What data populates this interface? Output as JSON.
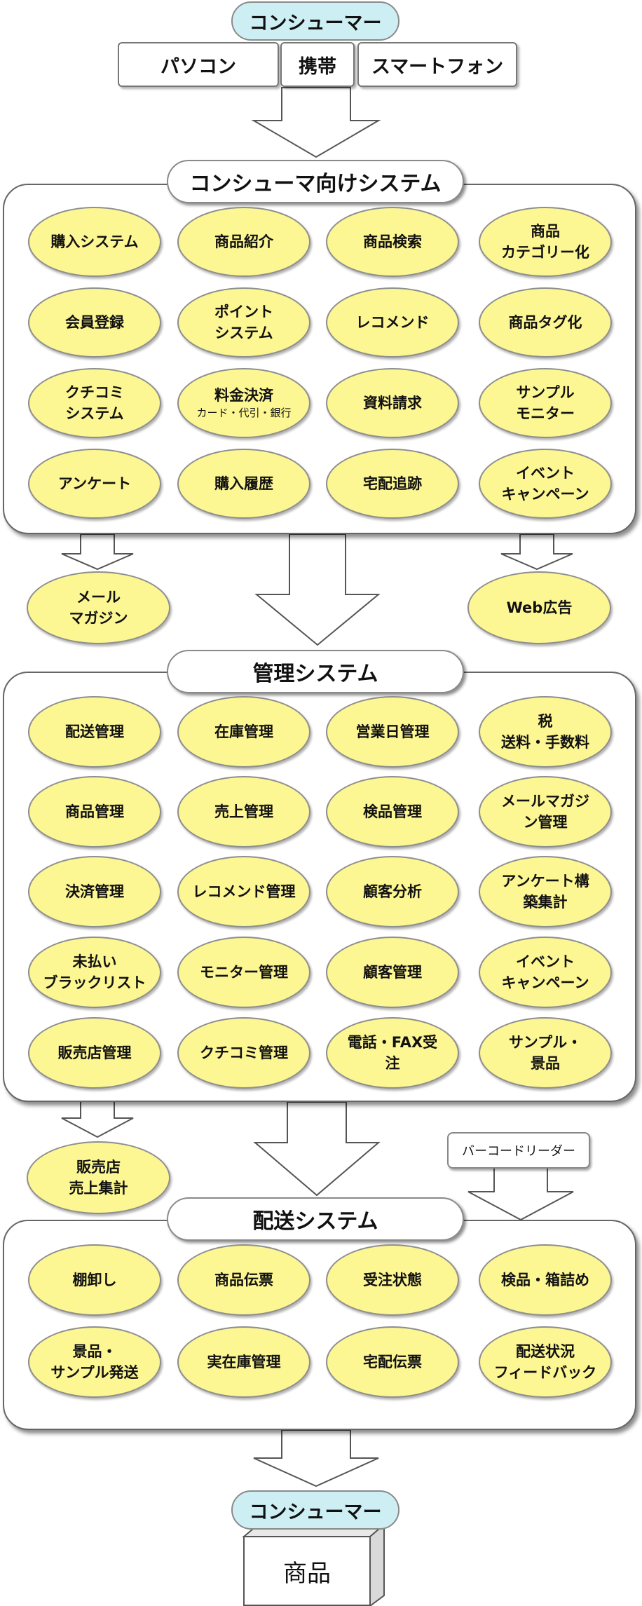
{
  "consumer_top": "コンシューマー",
  "devices": [
    "パソコン",
    "携帯",
    "スマートフォン"
  ],
  "consumer_system": {
    "title": "コンシューマ向けシステム",
    "items": [
      [
        "購入システム"
      ],
      [
        "商品紹介"
      ],
      [
        "商品検索"
      ],
      [
        "商品",
        "カテゴリー化"
      ],
      [
        "会員登録"
      ],
      [
        "ポイント",
        "システム"
      ],
      [
        "レコメンド"
      ],
      [
        "商品タグ化"
      ],
      [
        "クチコミ",
        "システム"
      ],
      [
        "料金決済"
      ],
      [
        "資料請求"
      ],
      [
        "サンプル",
        "モニター"
      ],
      [
        "アンケート"
      ],
      [
        "購入履歴"
      ],
      [
        "宅配追跡"
      ],
      [
        "イベント",
        "キャンペーン"
      ]
    ],
    "payment_note": "カード・代引・銀行"
  },
  "outputs": {
    "mail_magazine": [
      "メール",
      "マガジン"
    ],
    "web_ad": [
      "Web広告"
    ]
  },
  "management_system": {
    "title": "管理システム",
    "items": [
      [
        "配送管理"
      ],
      [
        "在庫管理"
      ],
      [
        "営業日管理"
      ],
      [
        "税",
        "送料・手数料"
      ],
      [
        "商品管理"
      ],
      [
        "売上管理"
      ],
      [
        "検品管理"
      ],
      [
        "メールマガジ",
        "ン管理"
      ],
      [
        "決済管理"
      ],
      [
        "レコメンド管理"
      ],
      [
        "顧客分析"
      ],
      [
        "アンケート構",
        "築集計"
      ],
      [
        "未払い",
        "ブラックリスト"
      ],
      [
        "モニター管理"
      ],
      [
        "顧客管理"
      ],
      [
        "イベント",
        "キャンペーン"
      ],
      [
        "販売店管理"
      ],
      [
        "クチコミ管理"
      ],
      [
        "電話・FAX受",
        "注"
      ],
      [
        "サンプル・",
        "景品"
      ]
    ]
  },
  "store_sales": [
    "販売店",
    "売上集計"
  ],
  "barcode_reader": "バーコードリーダー",
  "delivery_system": {
    "title": "配送システム",
    "items": [
      [
        "棚卸し"
      ],
      [
        "商品伝票"
      ],
      [
        "受注状態"
      ],
      [
        "検品・箱詰め"
      ],
      [
        "景品・",
        "サンプル発送"
      ],
      [
        "実在庫管理"
      ],
      [
        "宅配伝票"
      ],
      [
        "配送状況",
        "フィードバック"
      ]
    ]
  },
  "consumer_bottom": "コンシューマー",
  "product": "商品"
}
